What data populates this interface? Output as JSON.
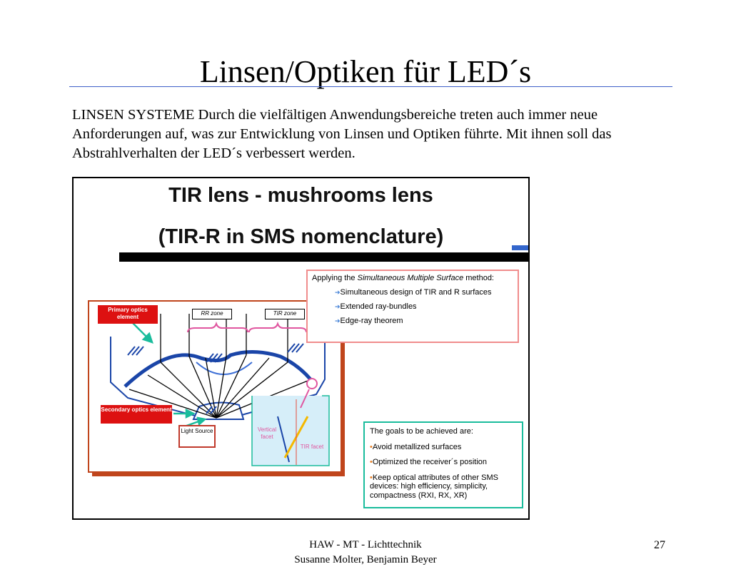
{
  "slide": {
    "title": "Linsen/Optiken für LED´s",
    "body": "LINSEN SYSTEME Durch die vielfältigen Anwendungsbereiche treten auch immer neue Anforderungen auf, was zur Entwicklung von Linsen und Optiken führte. Mit ihnen soll das Abstrahlverhalten der LED´s verbessert werden.",
    "page_number": "27"
  },
  "figure": {
    "title_line1": "TIR lens - mushrooms lens",
    "title_line2": "(TIR-R in SMS nomenclature)",
    "labels": {
      "primary": "Primary optics element",
      "secondary": "Secondary optics element",
      "light_source": "Light Source",
      "rr_zone": "RR zone",
      "tir_zone": "TIR zone",
      "vertical_facet": "Vertical facet",
      "tir_facet": "TIR facet"
    },
    "callout": {
      "intro_prefix": "Applying the ",
      "intro_italic": "Simultaneous Multiple Surface",
      "intro_suffix": " method:",
      "items": [
        "Simultaneous design of TIR and R surfaces",
        "Extended ray-bundles",
        "Edge-ray theorem"
      ]
    },
    "goals": {
      "heading": "The goals to be achieved are:",
      "items": [
        "Avoid metallized surfaces",
        "Optimized the receiver´s position",
        "Keep optical attributes of other SMS devices:  high efficiency, simplicity, compactness  (RXI, RX, XR)"
      ]
    }
  },
  "footer": {
    "line1": "HAW - MT - Lichttechnik",
    "line2": "Susanne Molter, Benjamin Beyer"
  }
}
